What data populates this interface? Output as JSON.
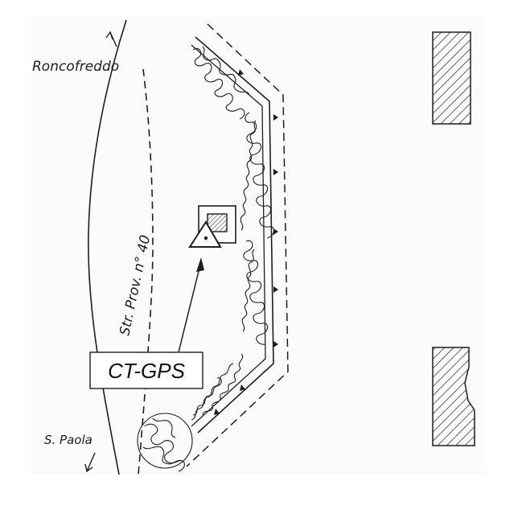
{
  "places": {
    "north": "Roncofreddo",
    "south": "S. Paola"
  },
  "road": {
    "name": "Str. Prov. n° 40"
  },
  "station": {
    "label": "CT-GPS"
  },
  "icons": {
    "station_marker": "triangle-benchmark-icon",
    "monument": "hatched-square-icon",
    "north_arrow": "arrow-up-left-icon",
    "south_arrow": "arrow-down-left-icon"
  },
  "colors": {
    "paper": "#fbfbfb",
    "ink": "#1e1e1e"
  }
}
